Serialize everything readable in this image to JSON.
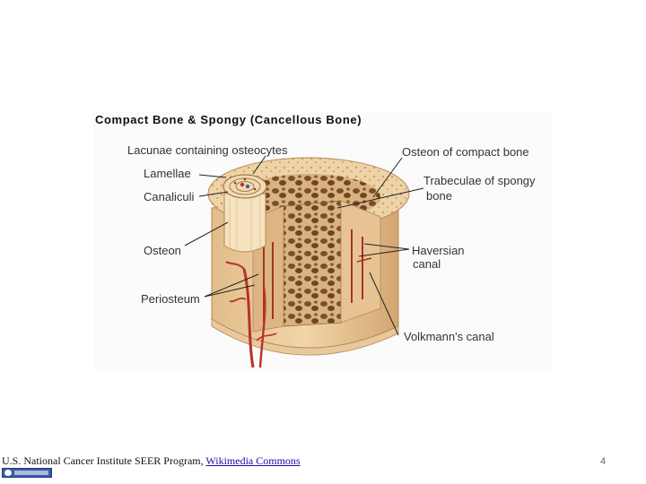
{
  "slide": {
    "title": "Compact Bone & Spongy (Cancellous Bone)",
    "labels": {
      "lacunae": "Lacunae containing osteocytes",
      "lamellae": "Lamellae",
      "canaliculi": "Canaliculi",
      "osteon": "Osteon",
      "periosteum": "Periosteum",
      "osteon_compact": "Osteon of compact bone",
      "trabeculae_line1": "Trabeculae of  spongy",
      "trabeculae_line2": "bone",
      "haversian_line1": "Haversian",
      "haversian_line2": "canal",
      "volkmann": "Volkmann's canal"
    },
    "credit": {
      "text": "U.S. National Cancer Institute SEER Program, ",
      "link": "Wikimedia Commons"
    },
    "page_number": "4"
  },
  "colors": {
    "bone_light": "#f3dcb4",
    "bone_mid": "#d9b07c",
    "bone_dark": "#9c6a3c",
    "vessel_red": "#b8322a",
    "vessel_blue": "#3d5fa8"
  }
}
